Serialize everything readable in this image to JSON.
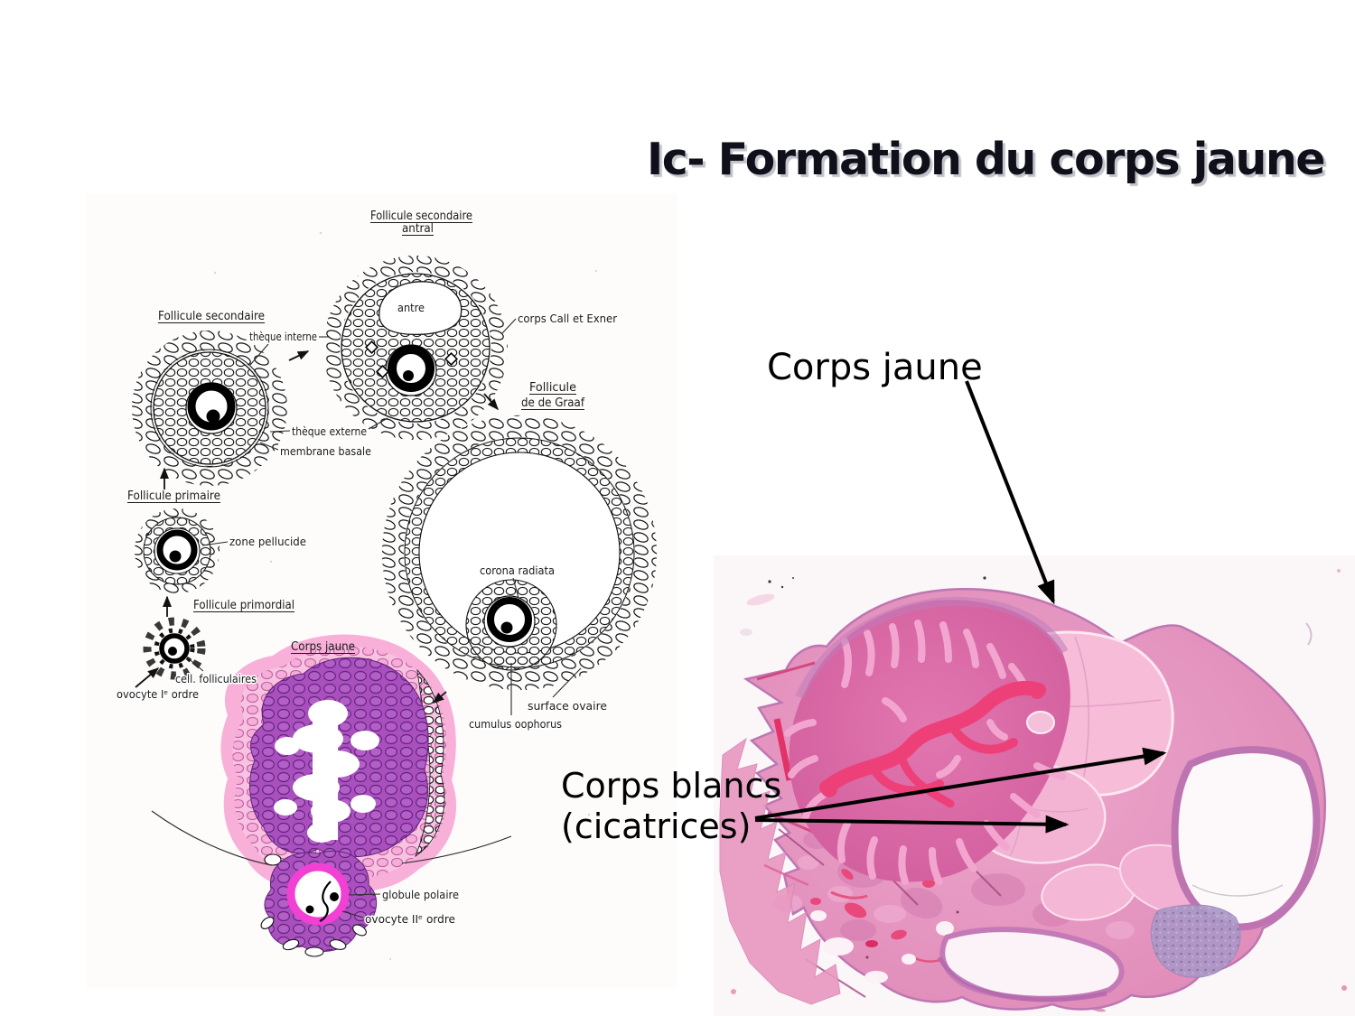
{
  "title": "Ic- Formation du corps jaune",
  "diagram": {
    "stage_labels": {
      "antral1": "Follicule secondaire",
      "antral2": "antral",
      "secondaire": "Follicule secondaire",
      "graaf1": "Follicule",
      "graaf2": "de de Graaf",
      "primaire": "Follicule primaire",
      "primordial": "Follicule primordial",
      "corps_jaune": "Corps jaune"
    },
    "part_labels": {
      "antre": "antre",
      "corps_call_exner": "corps Call et Exner",
      "theque_interne": "thèque interne",
      "theque_externe": "thèque externe",
      "membrane_basale": "membrane basale",
      "zone_pellucide": "zone pellucide",
      "cell_folliculaires": "cell. folliculaires",
      "ovocyte_1": "ovocyte Iᵉ ordre",
      "corona_radiata": "corona radiata",
      "surface_ovaire": "surface ovaire",
      "cumulus_oophorus": "cumulus oophorus",
      "globule_polaire": "globule polaire",
      "ovocyte_2": "ovocyte IIᵉ ordre"
    }
  },
  "annotations": {
    "corps_jaune": "Corps jaune",
    "corps_blancs_1": "Corps blancs",
    "corps_blancs_2": "(cicatrices)"
  },
  "colors": {
    "histology_base": "#e59fc7",
    "corpus_luteum": "#dd6ca8",
    "corpus_luteum_fold": "#f2a6cf",
    "corpus_luteum_core": "#ee4078",
    "corps_blanc": "#f6bcd8",
    "cyst_wall": "#bd74b1",
    "drawing_purple": "#a94fbe",
    "drawing_pink_halo": "#f9b0d8",
    "ovum_ring": "#f23fd4"
  }
}
